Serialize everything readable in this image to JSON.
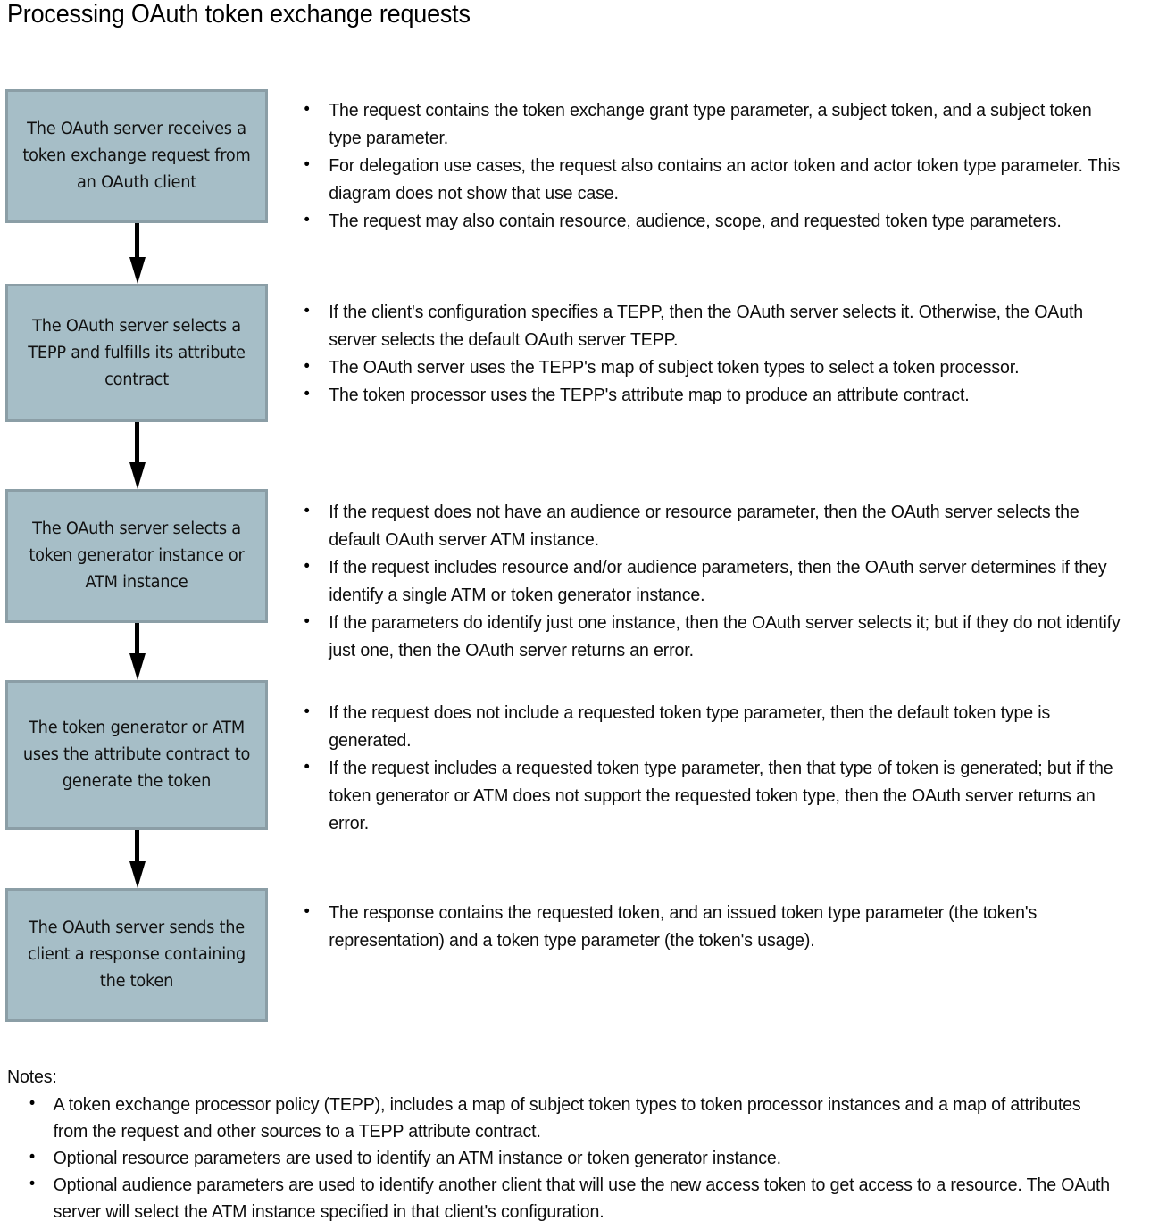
{
  "title": "Processing OAuth token exchange requests",
  "colors": {
    "box_fill": "#a6bec7",
    "box_border": "#8b9ea6",
    "text": "#000000",
    "arrow": "#000000",
    "background": "#ffffff"
  },
  "flow": {
    "steps": [
      {
        "id": "receive-request",
        "label": "The OAuth server receives a token exchange request from an OAuth client"
      },
      {
        "id": "select-tepp",
        "label": "The OAuth server selects a TEPP and fulfills its attribute contract"
      },
      {
        "id": "select-generator",
        "label": "The OAuth server selects a token generator instance or ATM instance"
      },
      {
        "id": "generate-token",
        "label": "The token generator or ATM uses the attribute contract to generate the token"
      },
      {
        "id": "send-response",
        "label": "The OAuth server sends the client a response containing the token"
      }
    ],
    "connector_count": 4
  },
  "details": [
    {
      "step": "receive-request",
      "bullets": [
        "The request contains the token exchange grant type parameter, a subject token, and a subject token type parameter.",
        "For delegation use cases, the request also contains an actor token and actor token type parameter. This diagram does not show that use case.",
        "The request may also contain resource, audience, scope, and requested token type parameters."
      ]
    },
    {
      "step": "select-tepp",
      "bullets": [
        "If the client's configuration specifies a TEPP, then the OAuth server selects it. Otherwise, the OAuth server selects the default OAuth server TEPP.",
        "The OAuth server uses the TEPP's map of subject token types to select a token processor.",
        "The token processor uses the TEPP's attribute map to produce an attribute contract."
      ]
    },
    {
      "step": "select-generator",
      "bullets": [
        "If the request does not have an audience or resource parameter, then the OAuth server selects the default OAuth server ATM instance.",
        "If the request includes resource and/or audience parameters, then the OAuth server determines if they identify a single ATM or token generator instance.",
        "If the parameters do identify just one instance, then the OAuth server selects it; but if they do not identify just one, then the OAuth server returns an error."
      ]
    },
    {
      "step": "generate-token",
      "bullets": [
        "If the request does not include a requested token type parameter, then the default token type is generated.",
        "If the request includes a requested token type parameter, then that type of token is generated; but if the token generator or ATM does not support the requested token type, then the OAuth server returns an error."
      ]
    },
    {
      "step": "send-response",
      "bullets": [
        "The response contains the requested token, and an issued token type parameter (the token's representation) and a token type parameter (the token's usage)."
      ]
    }
  ],
  "footer": {
    "heading": "Notes:",
    "bullets": [
      "A token exchange processor policy (TEPP), includes a map of subject token types to token processor instances and a map of attributes from the request and other sources to a TEPP attribute contract.",
      "Optional resource parameters are used to identify an ATM instance or token generator instance.",
      "Optional audience parameters are used to identify another client that will use the new access token to get access to a resource. The OAuth server will select the ATM instance specified in that client's configuration."
    ]
  }
}
